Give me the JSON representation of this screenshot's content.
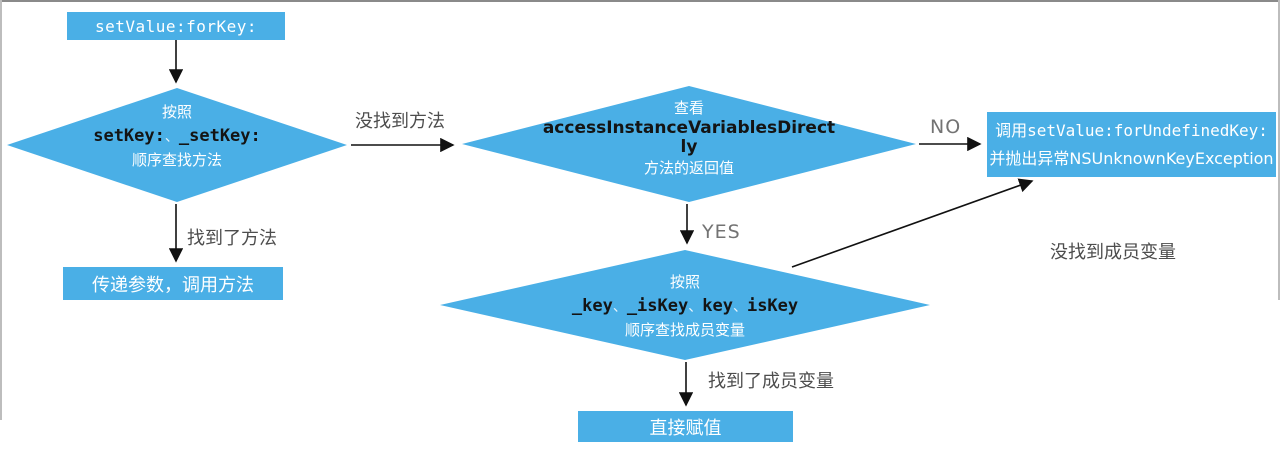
{
  "page": {
    "background": "#ffffff",
    "accent_color": "#4aafe6",
    "arrow_color": "#111111"
  },
  "nodes": {
    "start": {
      "label": "setValue:forKey:"
    },
    "diamond_find_method": {
      "line1": "按照",
      "code_parts": [
        "setKey:",
        "、",
        "_setKey:"
      ],
      "line3": "顺序查找方法"
    },
    "diamond_check_access": {
      "line1": "查看",
      "code_line1": "accessInstanceVariablesDirect",
      "code_line2": "ly",
      "line3": "方法的返回值"
    },
    "diamond_find_ivar": {
      "line1": "按照",
      "code_parts": [
        "_key",
        "、",
        "_isKey",
        "、",
        "key",
        "、",
        "isKey"
      ],
      "line3": "顺序查找成员变量"
    },
    "rect_call_method": {
      "label": "传递参数，调用方法"
    },
    "rect_exception": {
      "line1_prefix": "调用",
      "line1_code": "setValue:forUndefinedKey:",
      "line2_prefix": "并抛出异常",
      "line2_code": "NSUnknownKeyException"
    },
    "rect_direct_assign": {
      "label": "直接赋值"
    }
  },
  "edge_labels": {
    "no_method": "没找到方法",
    "found_method": "找到了方法",
    "yes": "YES",
    "no": "NO",
    "found_ivar": "找到了成员变量",
    "not_found_ivar": "没找到成员变量"
  }
}
